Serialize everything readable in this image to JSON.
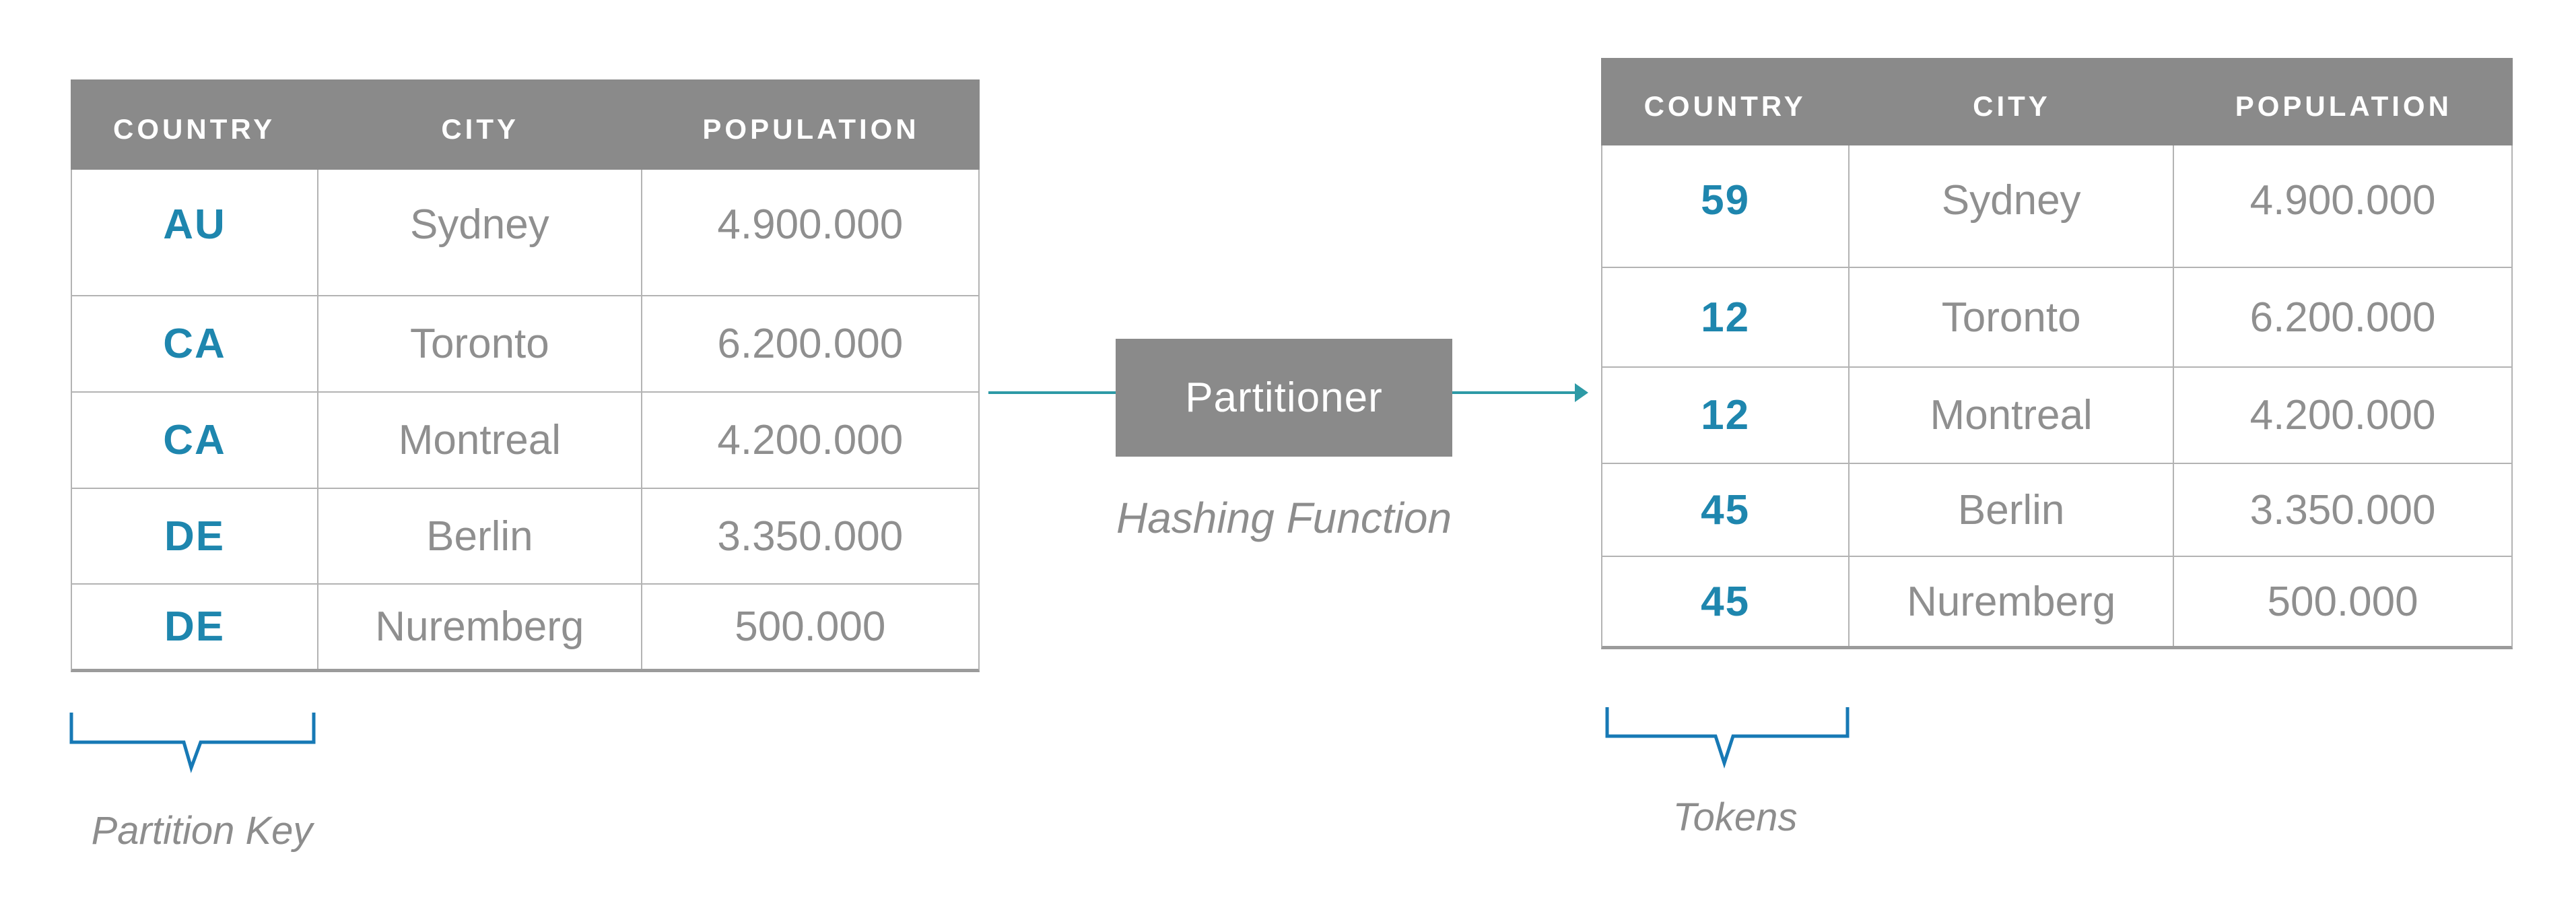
{
  "left_table": {
    "headers": [
      "COUNTRY",
      "CITY",
      "POPULATION"
    ],
    "rows": [
      {
        "key": "AU",
        "city": "Sydney",
        "population": "4.900.000"
      },
      {
        "key": "CA",
        "city": "Toronto",
        "population": "6.200.000"
      },
      {
        "key": "CA",
        "city": "Montreal",
        "population": "4.200.000"
      },
      {
        "key": "DE",
        "city": "Berlin",
        "population": "3.350.000"
      },
      {
        "key": "DE",
        "city": "Nuremberg",
        "population": "500.000"
      }
    ],
    "caption": "Partition Key"
  },
  "right_table": {
    "headers": [
      "COUNTRY",
      "CITY",
      "POPULATION"
    ],
    "rows": [
      {
        "token": "59",
        "city": "Sydney",
        "population": "4.900.000"
      },
      {
        "token": "12",
        "city": "Toronto",
        "population": "6.200.000"
      },
      {
        "token": "12",
        "city": "Montreal",
        "population": "4.200.000"
      },
      {
        "token": "45",
        "city": "Berlin",
        "population": "3.350.000"
      },
      {
        "token": "45",
        "city": "Nuremberg",
        "population": "500.000"
      }
    ],
    "caption": "Tokens"
  },
  "partitioner": {
    "label": "Partitioner",
    "sublabel": "Hashing Function"
  },
  "colors": {
    "header_gray": "#8a8a8a",
    "cell_text_gray": "#8f8f8f",
    "key_blue": "#1e86ae",
    "arrow_teal": "#2d9aa6",
    "bracket_blue": "#1779b5",
    "label_gray": "#8d8d8d",
    "border_gray": "#b3b3b3"
  }
}
